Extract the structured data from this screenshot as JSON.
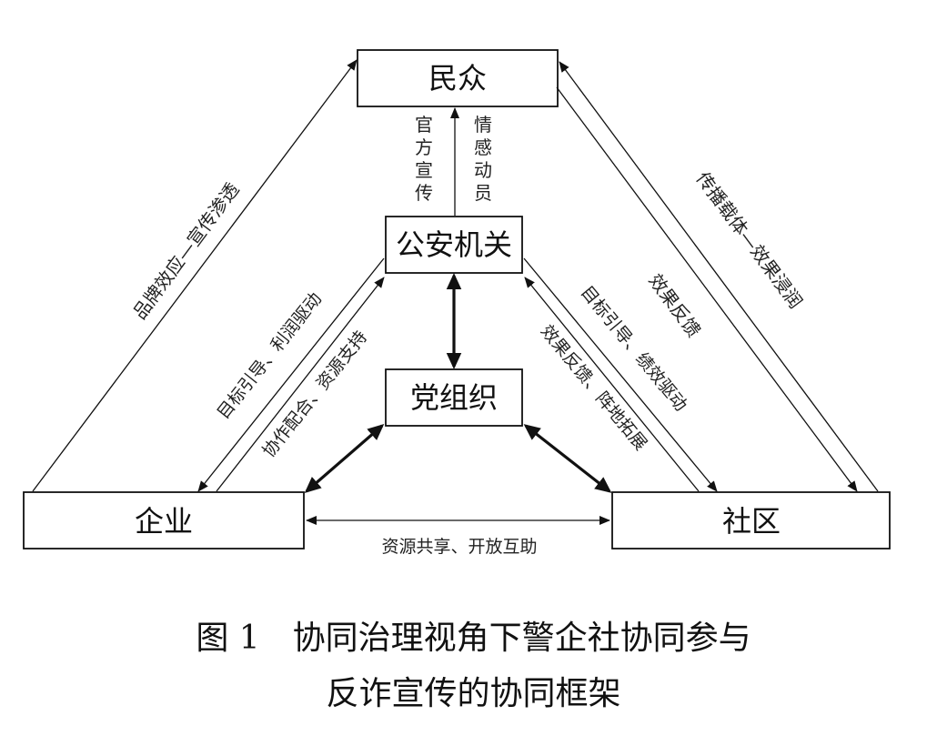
{
  "nodes": {
    "public": "民众",
    "police": "公安机关",
    "party": "党组织",
    "enterprise": "企业",
    "community": "社区"
  },
  "edges": {
    "police_to_public": [
      "官",
      "方",
      "宣",
      "传"
    ],
    "public_emotion": [
      "情",
      "感",
      "动",
      "员"
    ],
    "enterprise_to_public": "品牌效应—宣传渗透",
    "community_to_public": "传播载体—效果浸润",
    "public_feedback": "效果反馈",
    "police_to_enterprise": "目标引导、利润驱动",
    "enterprise_to_police": "协作配合、资源支持",
    "police_to_community": "目标引导、绩效驱动",
    "community_to_police": "效果反馈、阵地拓展",
    "enterprise_community": "资源共享、开放互助"
  },
  "caption": {
    "line1": "图 1　协同治理视角下警企社协同参与",
    "line2": "反诈宣传的协同框架"
  }
}
